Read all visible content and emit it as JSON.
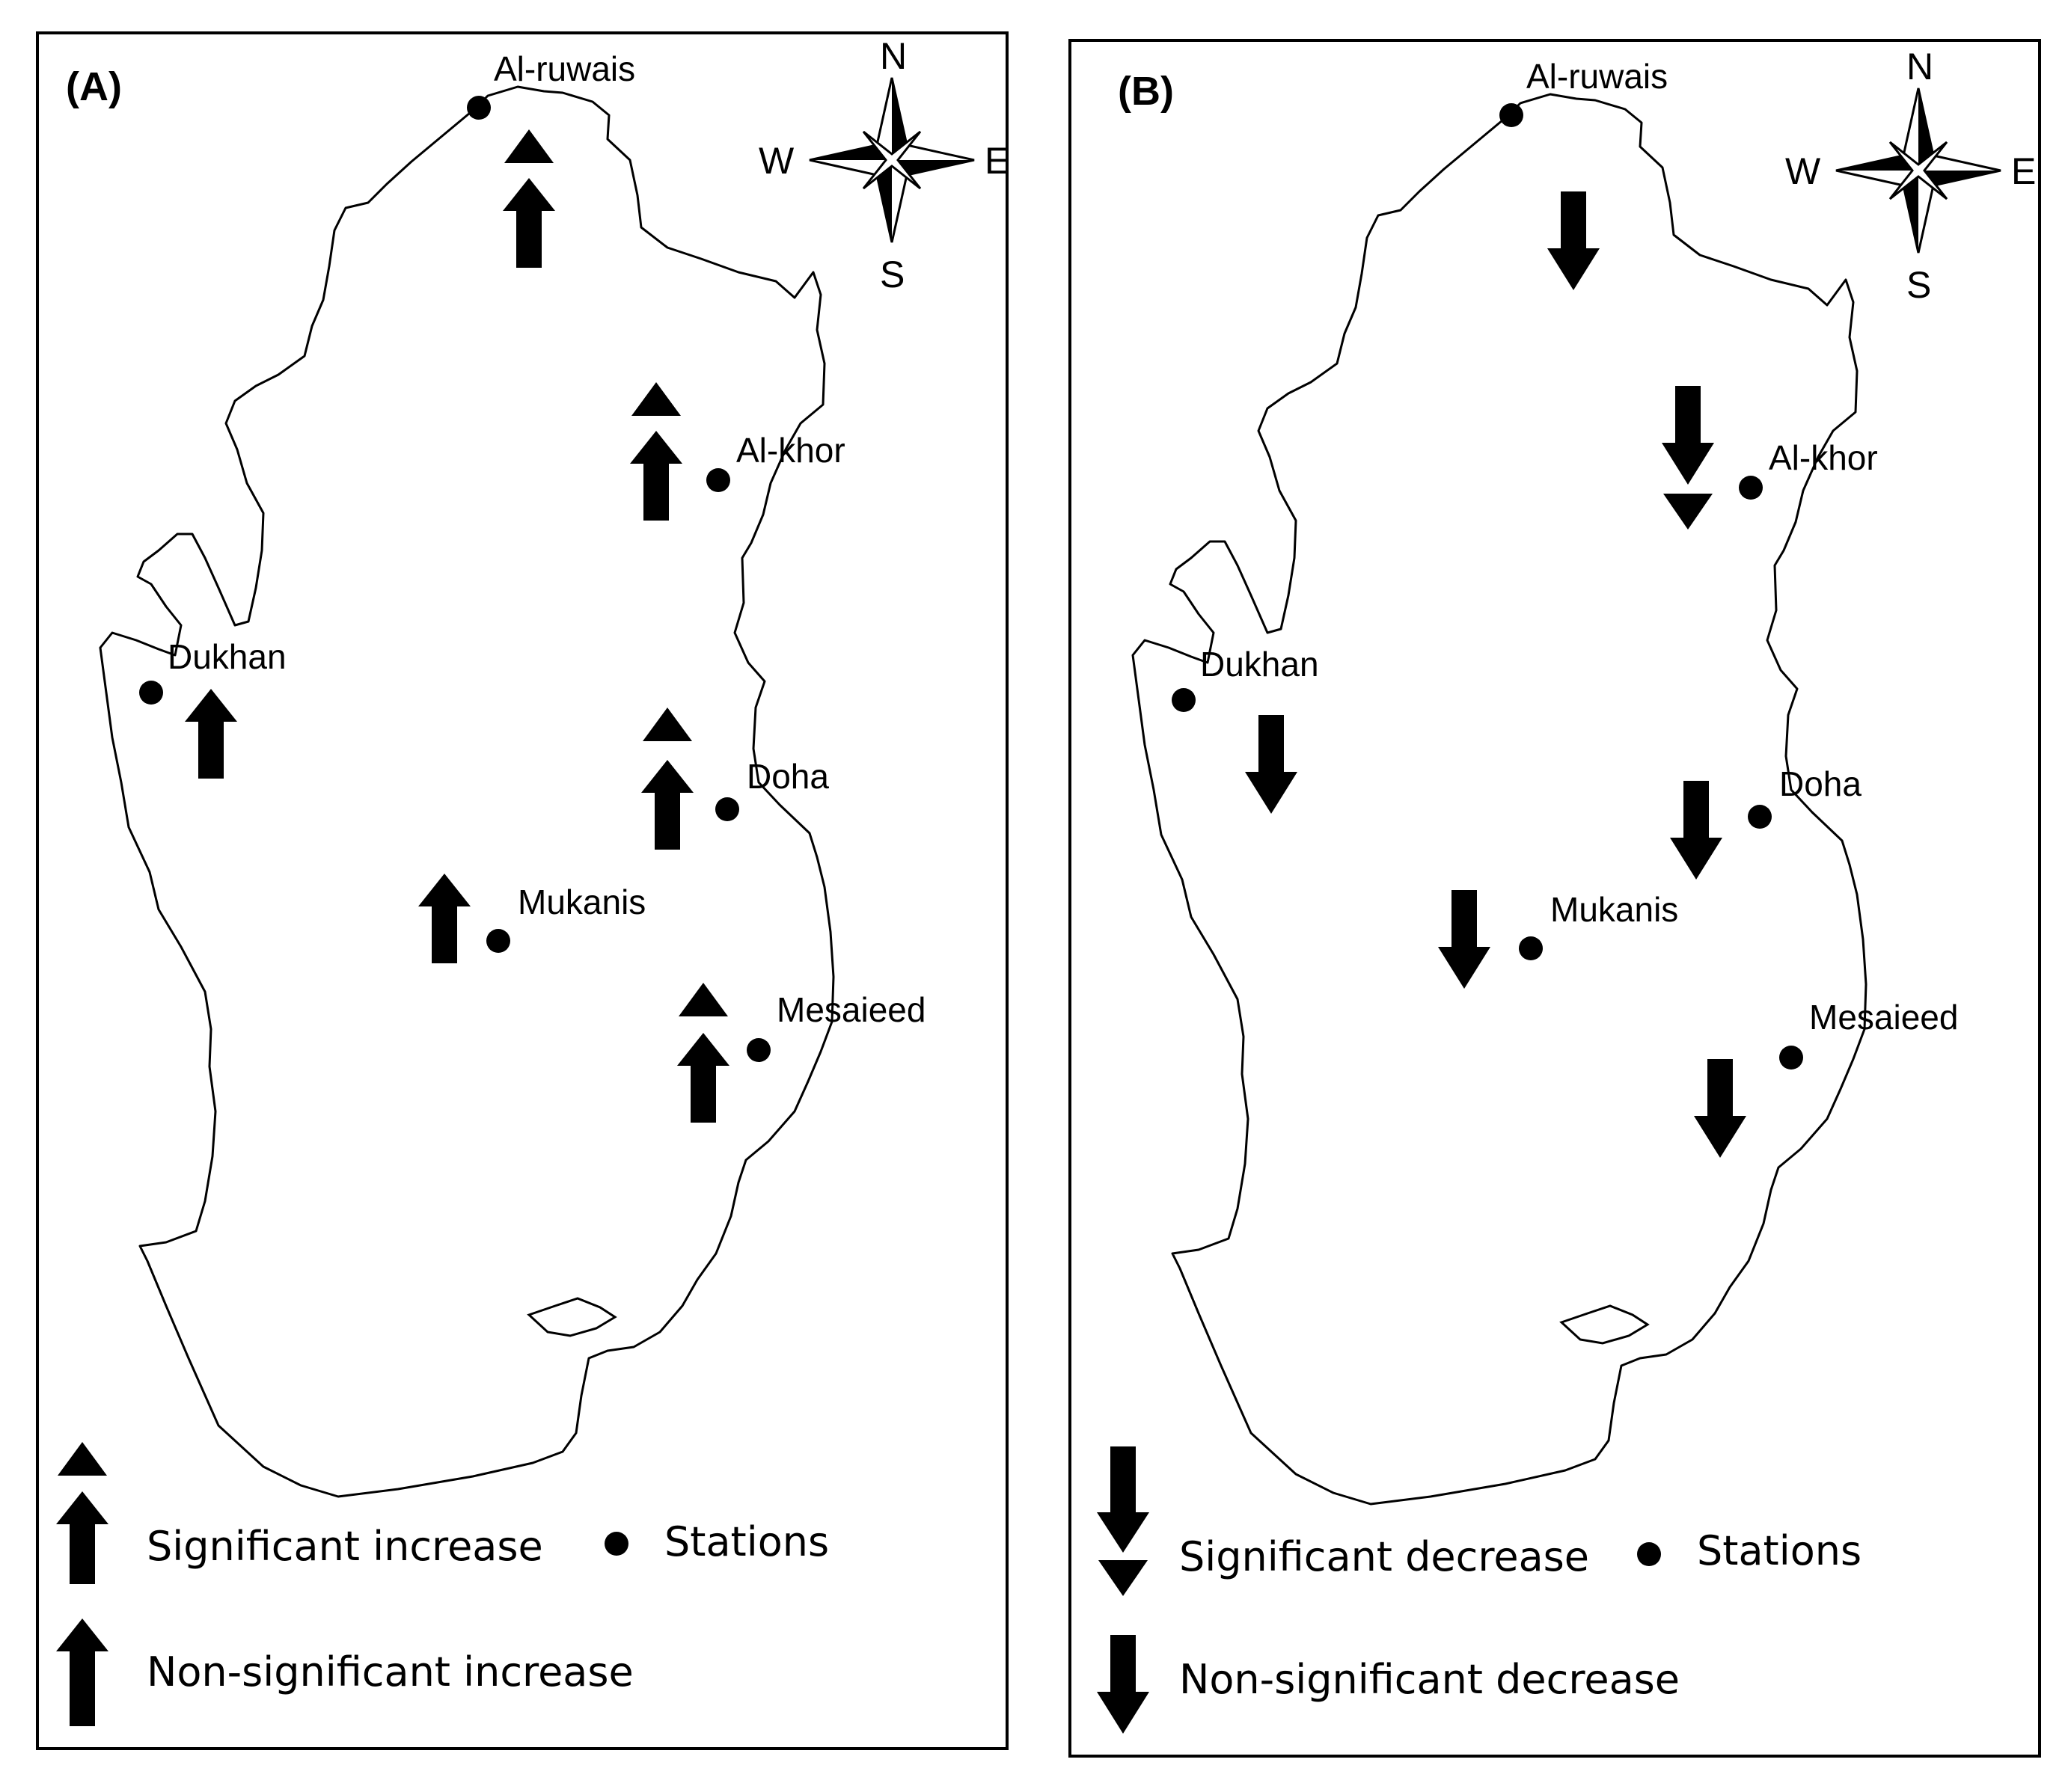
{
  "figure": {
    "colors": {
      "ink": "#000000",
      "background": "#ffffff"
    },
    "compass": {
      "north": "N",
      "south": "S",
      "east": "E",
      "west": "W"
    },
    "panels": [
      {
        "label": "(A)",
        "stations": [
          {
            "name": "Al-ruwais",
            "trend": "significant increase"
          },
          {
            "name": "Al-khor",
            "trend": "significant increase"
          },
          {
            "name": "Dukhan",
            "trend": "non-significant increase"
          },
          {
            "name": "Doha",
            "trend": "significant increase"
          },
          {
            "name": "Mukanis",
            "trend": "non-significant increase"
          },
          {
            "name": "Mesaieed",
            "trend": "significant increase"
          }
        ],
        "legend": {
          "significant": "Significant increase",
          "stations": "Stations",
          "non_significant": "Non-significant increase"
        }
      },
      {
        "label": "(B)",
        "stations": [
          {
            "name": "Al-ruwais",
            "trend": "non-significant decrease"
          },
          {
            "name": "Al-khor",
            "trend": "significant decrease"
          },
          {
            "name": "Dukhan",
            "trend": "non-significant decrease"
          },
          {
            "name": "Doha",
            "trend": "non-significant decrease"
          },
          {
            "name": "Mukanis",
            "trend": "non-significant decrease"
          },
          {
            "name": "Mesaieed",
            "trend": "non-significant decrease"
          }
        ],
        "legend": {
          "significant": "Significant  decrease",
          "stations": "Stations",
          "non_significant": "Non-significant  decrease"
        }
      }
    ]
  }
}
